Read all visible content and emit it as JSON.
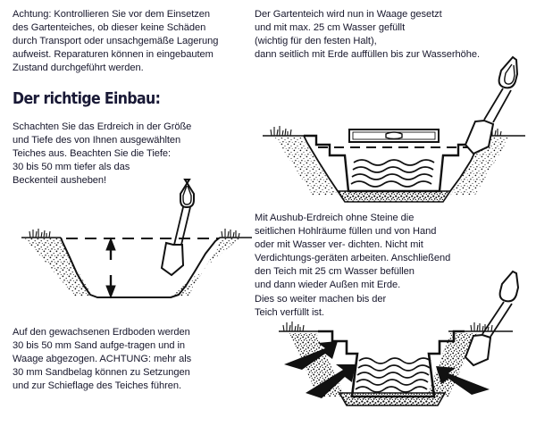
{
  "document": {
    "language": "de",
    "background_color": "#ffffff",
    "text_color": "#17172c",
    "heading_color": "#191936"
  },
  "intro": {
    "warning_text": "Achtung: Kontrollieren Sie vor dem Einsetzen\ndes Gartenteiches, ob dieser keine Schäden\ndurch Transport oder unsachgemäße Lagerung\naufweist. Reparaturen können in eingebautem\nZustand durchgeführt werden."
  },
  "section": {
    "heading": "Der richtige Einbau:"
  },
  "instructions": {
    "excavate": "Schachten Sie das Erdreich in der Größe\nund Tiefe des von Ihnen ausgewählten\nTeiches aus. Beachten Sie die Tiefe:\n30 bis 50 mm tiefer als das\nBeckenteil ausheben!",
    "sand": "Auf den gewachsenen Erdboden werden\n30 bis 50 mm Sand aufge-tragen und in\nWaage abgezogen. ACHTUNG: mehr als\n30 mm Sandbelag können zu Setzungen\nund zur Schieflage des Teiches führen.",
    "level": "Der Gartenteich wird nun in Waage gesetzt\n und mit max. 25 cm Wasser gefüllt\n(wichtig für den festen Halt),\ndann seitlich mit Erde auffüllen bis zur Wasserhöhe.",
    "backfill": "Mit Aushub-Erdreich ohne Steine die\nseitlichen Hohlräume füllen und von Hand\noder mit Wasser ver- dichten. Nicht mit\nVerdichtungs-geräten arbeiten. Anschließend\nden Teich mit 25 cm Wasser befüllen\nund dann wieder Außen mit Erde.\nDies so weiter machen bis der\nTeich verfüllt ist."
  },
  "figures": {
    "excavated_pit": {
      "name": "excavated-pit-diagram",
      "elements": [
        "ground-line",
        "dashed-depth-reference-line",
        "depth-arrow-up",
        "depth-arrow-down",
        "excavated-hole-outline",
        "soil-stipple-texture",
        "grass-tufts",
        "shovel"
      ]
    },
    "level_pond": {
      "name": "leveled-pond-diagram",
      "elements": [
        "ground-line",
        "pond-basin-outline",
        "spirit-level",
        "dashed-water-reference-line",
        "water-waves",
        "sand-bed",
        "soil-stipple-texture",
        "grass-tufts",
        "shovel"
      ]
    },
    "backfill_pond": {
      "name": "backfilled-pond-diagram",
      "elements": [
        "ground-line",
        "pond-basin-outline",
        "water-waves",
        "sand-bed",
        "backfill-arrow-left",
        "backfill-arrow-middle",
        "backfill-arrow-right",
        "soil-stipple-texture",
        "grass-tufts",
        "shovel"
      ]
    }
  }
}
